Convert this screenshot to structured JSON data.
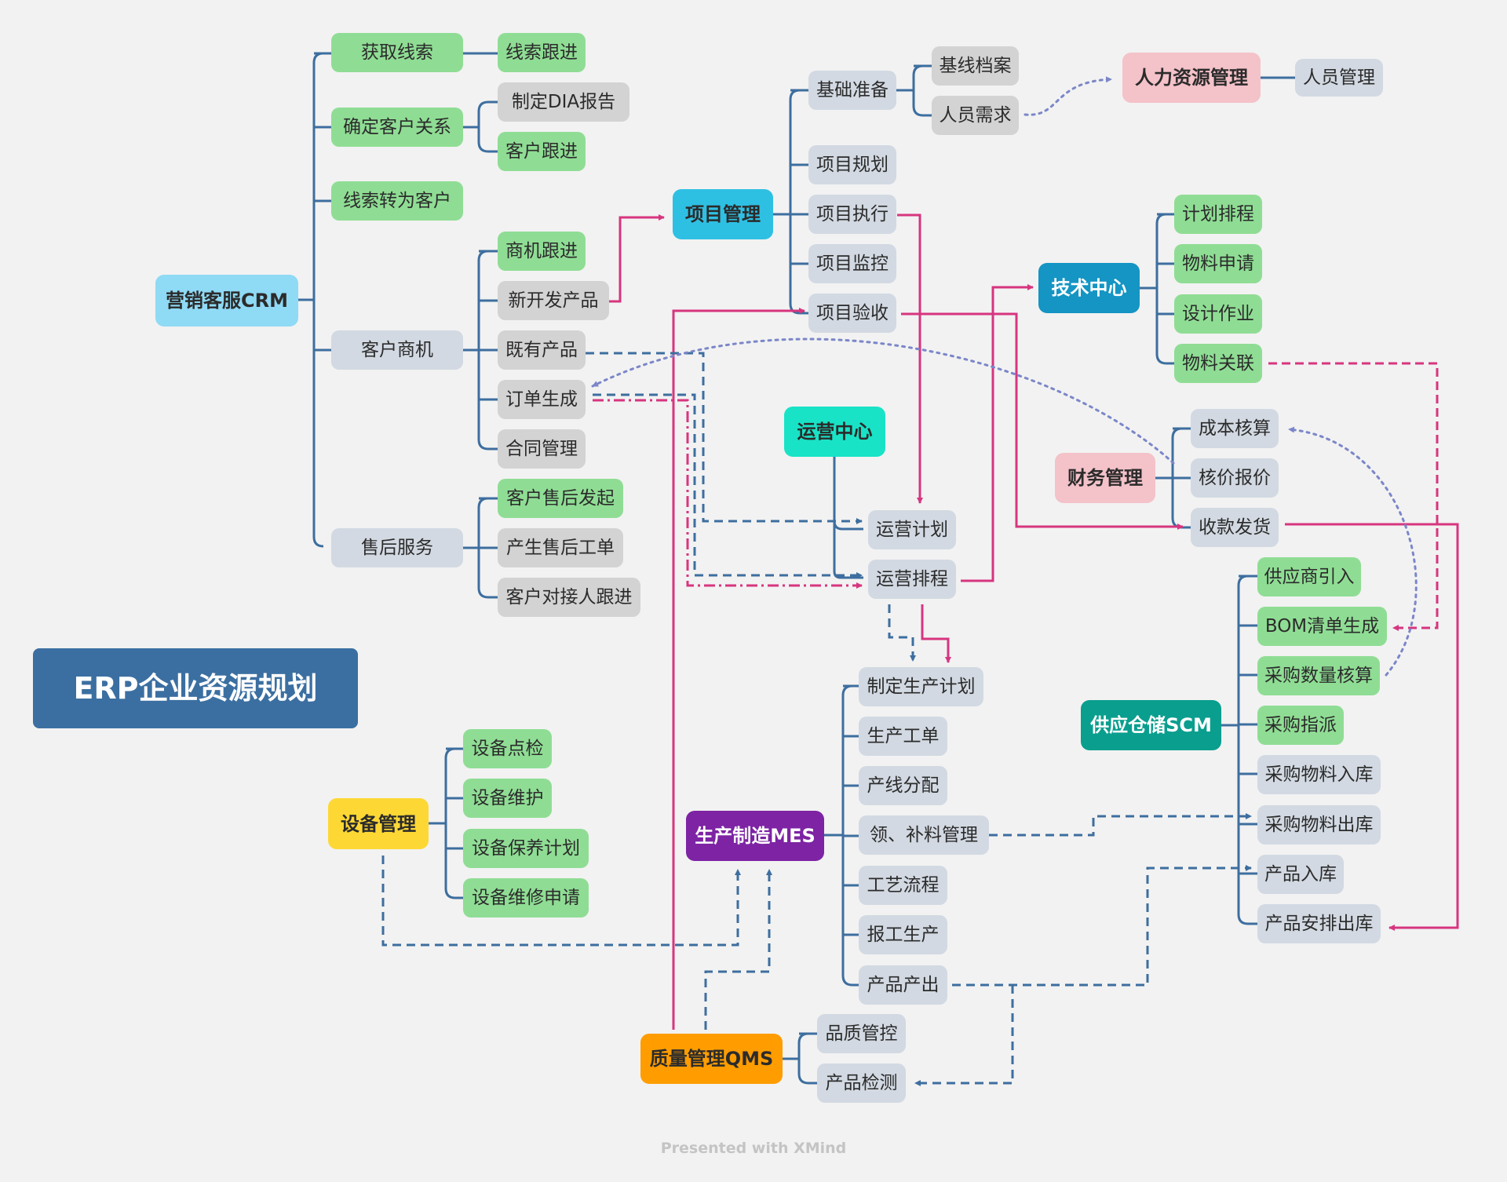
{
  "title": "ERP企业资源规划",
  "footer": "Presented with XMind",
  "colors": {
    "light_blue": "#8fdaf5",
    "cyan": "#2ec0e3",
    "blue": "#1495c4",
    "teal_light": "#19e3c6",
    "teal": "#0a9e8e",
    "pink": "#f4c2c9",
    "purple": "#7d23a4",
    "yellow": "#fdd835",
    "orange": "#ff9d00",
    "green_topic": "#8fdd94",
    "gray_topic": "#d2d9e2",
    "gray_dark_topic": "#d3d3d3",
    "title_bg": "#3b6fa1",
    "connector": "#3d6e9f",
    "relation_pink": "#d7357f",
    "relation_dotted": "#7b86c9"
  },
  "roots": {
    "crm": "营销客服CRM",
    "project_mgmt": "项目管理",
    "hr": "人力资源管理",
    "tech_center": "技术中心",
    "ops_center": "运营中心",
    "finance": "财务管理",
    "scm": "供应仓储SCM",
    "equipment": "设备管理",
    "mes": "生产制造MES",
    "qms": "质量管理QMS"
  },
  "topics": {
    "crm_get_leads": "获取线索",
    "crm_lead_followup": "线索跟进",
    "crm_confirm_relation": "确定客户关系",
    "crm_dia_report": "制定DIA报告",
    "crm_customer_followup": "客户跟进",
    "crm_lead_to_customer": "线索转为客户",
    "crm_opportunity": "客户商机",
    "crm_opp_followup": "商机跟进",
    "crm_new_product": "新开发产品",
    "crm_existing_product": "既有产品",
    "crm_order": "订单生成",
    "crm_contract": "合同管理",
    "crm_after_sales": "售后服务",
    "crm_as_request": "客户售后发起",
    "crm_as_ticket": "产生售后工单",
    "crm_as_contact": "客户对接人跟进",
    "pm_prepare": "基础准备",
    "pm_baseline": "基线档案",
    "pm_staff_need": "人员需求",
    "pm_plan": "项目规划",
    "pm_execute": "项目执行",
    "pm_monitor": "项目监控",
    "pm_accept": "项目验收",
    "hr_staff": "人员管理",
    "tc_schedule": "计划排程",
    "tc_material_req": "物料申请",
    "tc_design": "设计作业",
    "tc_material_link": "物料关联",
    "fin_cost": "成本核算",
    "fin_quote": "核价报价",
    "fin_collect_ship": "收款发货",
    "ops_plan": "运营计划",
    "ops_schedule": "运营排程",
    "scm_supplier": "供应商引入",
    "scm_bom": "BOM清单生成",
    "scm_qty_check": "采购数量核算",
    "scm_assign": "采购指派",
    "scm_inbound": "采购物料入库",
    "scm_outbound": "采购物料出库",
    "scm_product_in": "产品入库",
    "scm_product_out": "产品安排出库",
    "mes_plan": "制定生产计划",
    "mes_work_order": "生产工单",
    "mes_line": "产线分配",
    "mes_material": "领、补料管理",
    "mes_process": "工艺流程",
    "mes_report": "报工生产",
    "mes_output": "产品产出",
    "eq_inspect": "设备点检",
    "eq_maintain": "设备维护",
    "eq_upkeep_plan": "设备保养计划",
    "eq_repair_req": "设备维修申请",
    "qms_control": "品质管控",
    "qms_inspect": "产品检测"
  }
}
